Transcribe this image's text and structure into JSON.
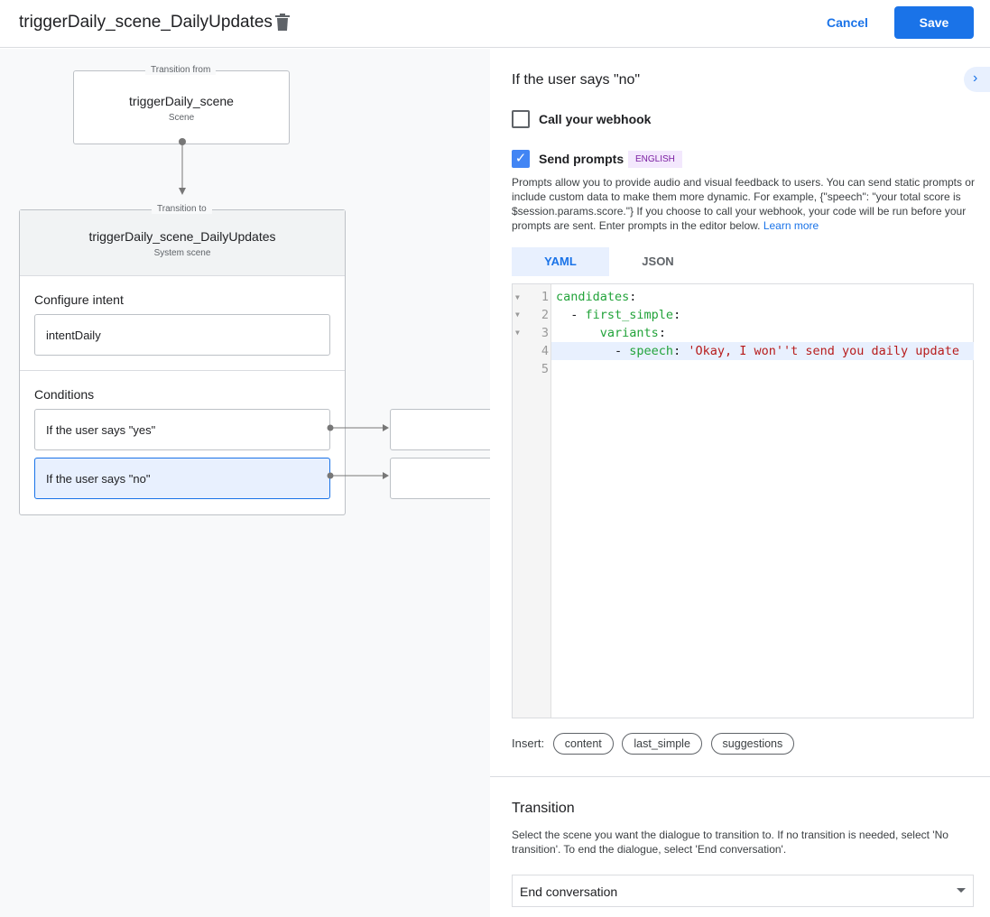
{
  "header": {
    "title": "triggerDaily_scene_DailyUpdates",
    "cancel": "Cancel",
    "save": "Save"
  },
  "canvas": {
    "from": {
      "label": "Transition from",
      "name": "triggerDaily_scene",
      "type": "Scene"
    },
    "to": {
      "label": "Transition to",
      "name": "triggerDaily_scene_DailyUpdates",
      "type": "System scene"
    },
    "intent_title": "Configure intent",
    "intent": "intentDaily",
    "conditions_title": "Conditions",
    "conditions": [
      "If the user says \"yes\"",
      "If the user says \"no\""
    ]
  },
  "panel": {
    "title": "If the user says \"no\"",
    "webhook": "Call your webhook",
    "send_prompts": "Send prompts",
    "lang": "ENGLISH",
    "desc": "Prompts allow you to provide audio and visual feedback to users. You can send static prompts or include custom data to make them more dynamic. For example, {\"speech\": \"your total score is $session.params.score.\"} If you choose to call your webhook, your code will be run before your prompts are sent. Enter prompts in the editor below.",
    "learn_more": "Learn more",
    "tabs": [
      "YAML",
      "JSON"
    ],
    "code": {
      "l1k": "candidates",
      "l2k": "first_simple",
      "l3k": "variants",
      "l4k": "speech",
      "l4v": "'Okay, I won''t send you daily update"
    },
    "line_numbers": [
      "1",
      "2",
      "3",
      "4",
      "5"
    ],
    "insert": "Insert:",
    "chips": [
      "content",
      "last_simple",
      "suggestions"
    ],
    "transition_title": "Transition",
    "transition_desc": "Select the scene you want the dialogue to transition to. If no transition is needed, select 'No transition'. To end the dialogue, select 'End conversation'.",
    "transition_value": "End conversation"
  }
}
